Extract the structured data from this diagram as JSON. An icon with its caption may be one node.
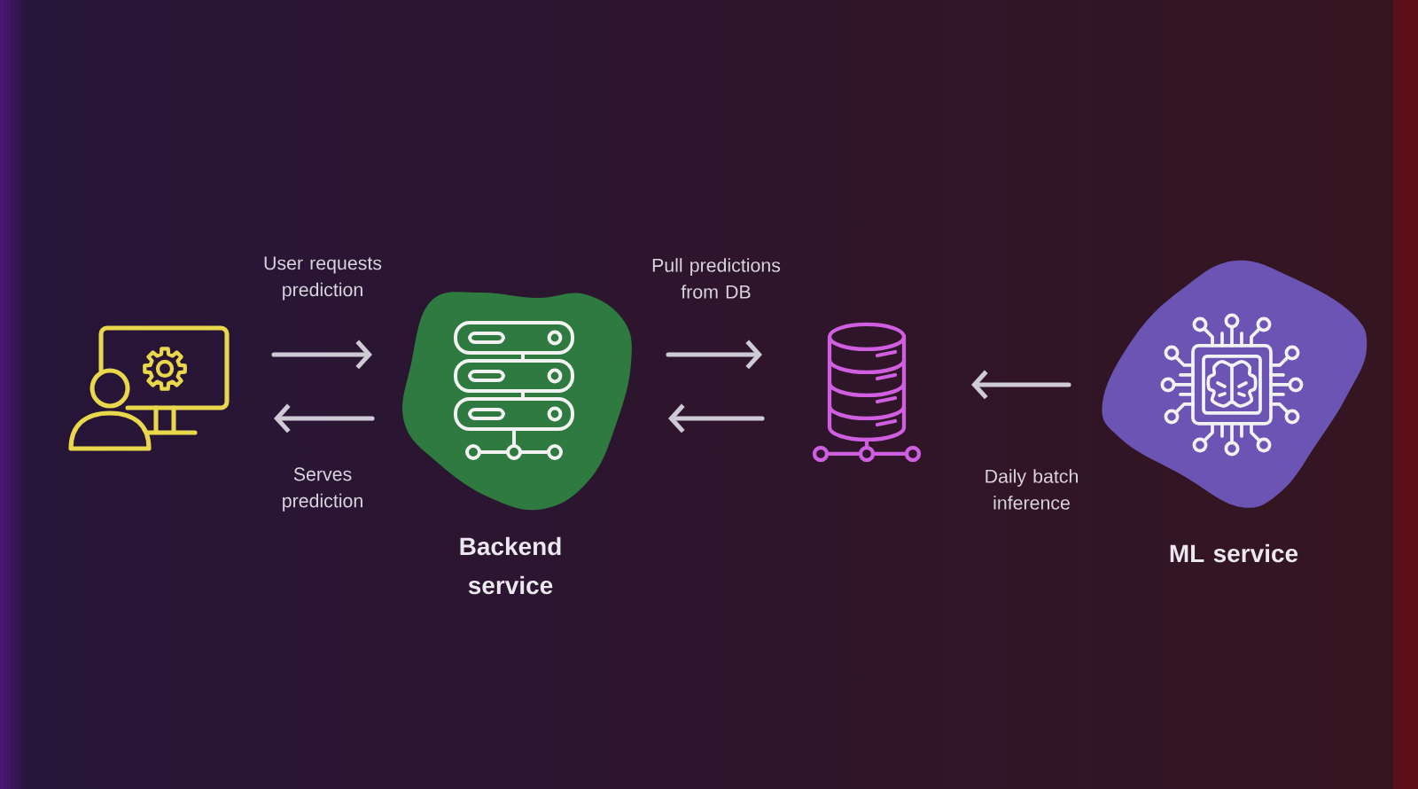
{
  "diagram": {
    "nodes": [
      {
        "text": [],
        "shape": "picture"
      },
      {
        "text": [
          "Backend service"
        ]
      },
      {
        "text": [],
        "shape": "picture"
      },
      {
        "text": [
          "ML service"
        ]
      }
    ],
    "edges": [
      {
        "from": 0,
        "to": 1,
        "arrow": "to",
        "label": "User requests prediction"
      },
      {
        "from": 1,
        "to": 0,
        "arrow": "to",
        "label": "Serves prediction"
      },
      {
        "from": 1,
        "to": 2,
        "arrow": "to",
        "label": "Pull predictions from DB"
      },
      {
        "from": 2,
        "to": 1,
        "arrow": "to"
      },
      {
        "from": 3,
        "to": 2,
        "arrow": "to",
        "label": "Daily batch inference"
      }
    ]
  }
}
